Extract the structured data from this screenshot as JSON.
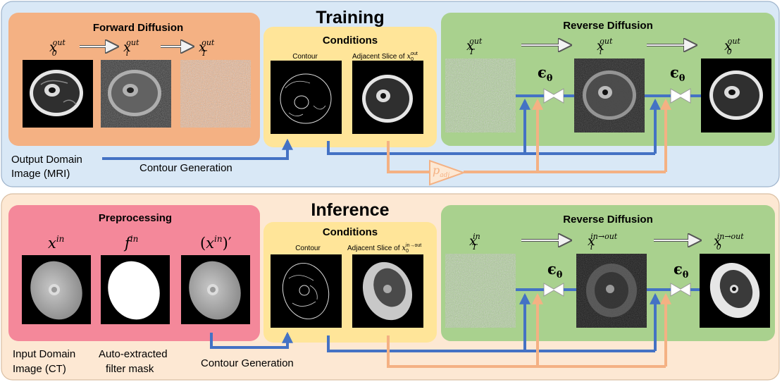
{
  "colors": {
    "training_bg": "#d9e8f6",
    "inference_bg": "#fde8d3",
    "forward_box": "#f4b183",
    "conditions_box": "#ffe599",
    "reverse_box": "#a9d18e",
    "preprocessing_box": "#f4889a",
    "blue_arrow": "#4472c4",
    "orange_arrow": "#f4b183"
  },
  "training": {
    "title": "Training",
    "forward": {
      "title": "Forward Diffusion",
      "x0": "out",
      "xi": "out",
      "xT": "out"
    },
    "conditions": {
      "title": "Conditions",
      "contour_label": "Contour",
      "adjacent_label": "Adjacent Slice of",
      "adjacent_sup": "out"
    },
    "reverse": {
      "title": "Reverse Diffusion",
      "xT": "out",
      "xi": "out",
      "x0": "out",
      "eps": "ϵ",
      "theta": "θ"
    },
    "output_domain_line1": "Output Domain",
    "output_domain_line2": "Image (MRI)",
    "contour_generation": "Contour Generation",
    "p_adj": "adj"
  },
  "inference": {
    "title": "Inference",
    "preprocessing": {
      "title": "Preprocessing",
      "x_in": "in",
      "f_in": "in",
      "x_in_prime": "in"
    },
    "conditions": {
      "title": "Conditions",
      "contour_label": "Contour",
      "adjacent_label": "Adjacent Slice of",
      "adjacent_sup": "in→out"
    },
    "reverse": {
      "title": "Reverse Diffusion",
      "xT": "in",
      "xi": "in→out",
      "x0": "in→out",
      "eps": "ϵ",
      "theta": "θ"
    },
    "input_domain_line1": "Input Domain",
    "input_domain_line2": "Image (CT)",
    "filter_mask_line1": "Auto-extracted",
    "filter_mask_line2": "filter mask",
    "contour_generation": "Contour Generation"
  }
}
